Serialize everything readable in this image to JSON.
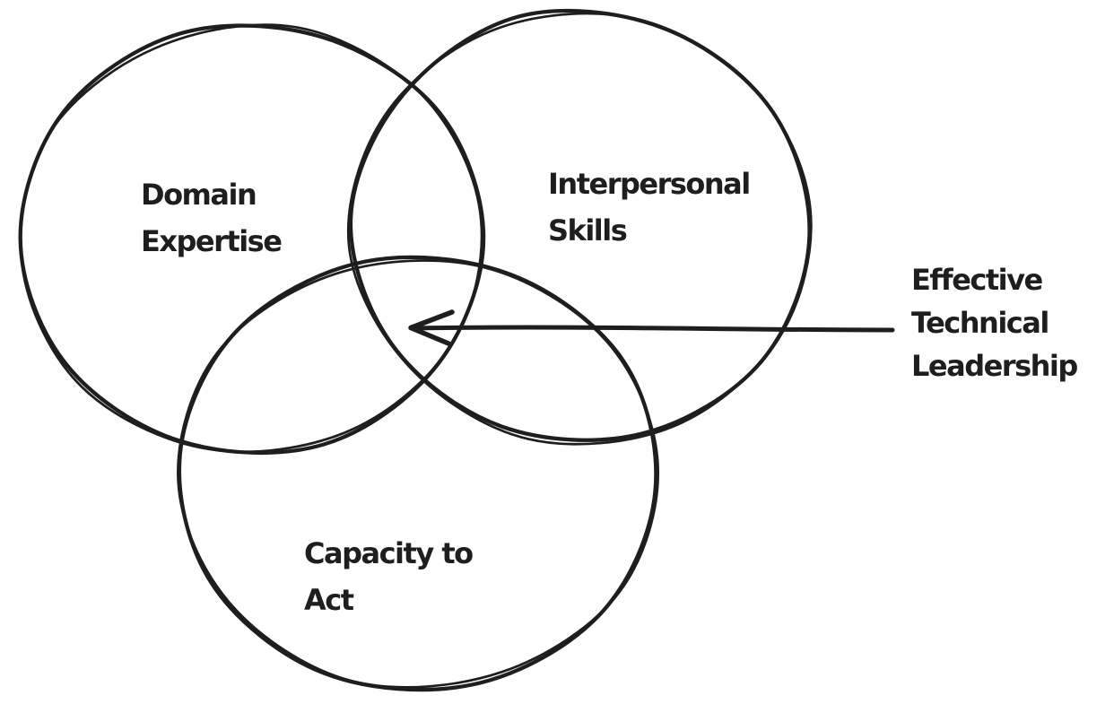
{
  "app": {
    "type": "hand-drawn-venn-diagram",
    "background": "#ffffff",
    "ink": "#1e1e1e"
  },
  "diagram": {
    "circles": [
      {
        "name": "domain-expertise",
        "label_lines": [
          "Domain",
          "Expertise"
        ]
      },
      {
        "name": "interpersonal-skills",
        "label_lines": [
          "Interpersonal",
          "Skills"
        ]
      },
      {
        "name": "capacity-to-act",
        "label_lines": [
          "Capacity to",
          "Act"
        ]
      }
    ],
    "annotation": {
      "name": "effective-technical-leadership",
      "label_lines": [
        "Effective",
        "Technical",
        "Leadership"
      ]
    }
  }
}
